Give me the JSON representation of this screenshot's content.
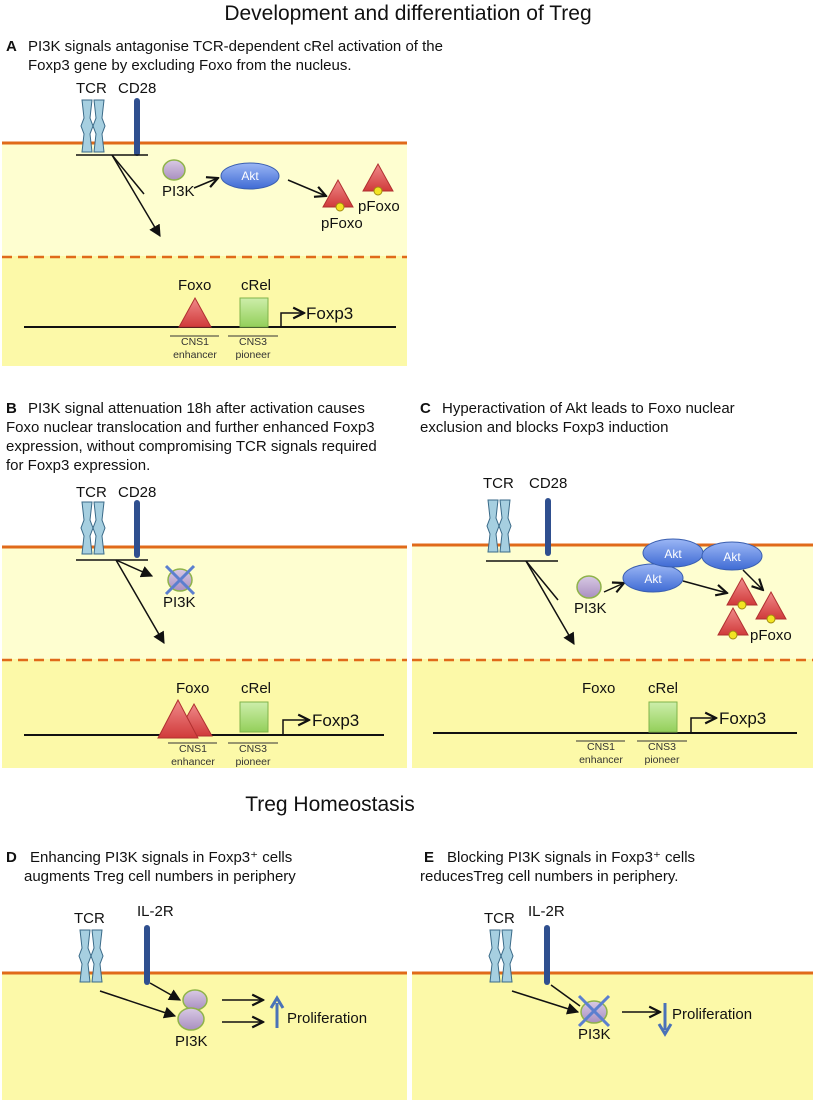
{
  "headings": {
    "development": "Development and differentiation of Treg",
    "homeostasis": "Treg Homeostasis"
  },
  "panels": {
    "A": {
      "letter": "A",
      "desc_lines": [
        "PI3K signals antagonise TCR-dependent cRel activation of the",
        "Foxp3 gene by excluding Foxo from the nucleus."
      ]
    },
    "B": {
      "letter": "B",
      "desc_lines": [
        "PI3K signal attenuation 18h after activation causes",
        "Foxo nuclear translocation and  further enhanced Foxp3",
        "expression, without compromising TCR signals required",
        "for Foxp3 expression."
      ]
    },
    "C": {
      "letter": "C",
      "desc_lines": [
        "Hyperactivation of Akt leads to Foxo nuclear",
        "exclusion and  blocks Foxp3 induction"
      ]
    },
    "D": {
      "letter": "D",
      "desc_lines": [
        "Enhancing PI3K signals in Foxp3⁺ cells",
        "augments Treg cell numbers in periphery"
      ]
    },
    "E": {
      "letter": "E",
      "desc_lines": [
        "Blocking PI3K signals in Foxp3⁺ cells",
        "reducesTreg cell numbers in periphery."
      ]
    }
  },
  "labels": {
    "tcr": "TCR",
    "cd28": "CD28",
    "il2r": "IL-2R",
    "pi3k": "PI3K",
    "akt": "Akt",
    "pfoxo": "pFoxo",
    "foxo": "Foxo",
    "crel": "cRel",
    "foxp3": "Foxp3",
    "cns1": "CNS1",
    "enhancer": "enhancer",
    "cns3": "CNS3",
    "pioneer": "pioneer",
    "proliferation": "Proliferation"
  },
  "colors": {
    "cytoplasm": "#fefed0",
    "nucleus": "#fcf9a8",
    "membrane": "#e06a1a",
    "receptor_tcr": "#a6cfe0",
    "receptor_cd28": "#2f4f8f",
    "pi3k": "#c3b0d2",
    "akt": "#5f86e0",
    "foxo": "#e05050",
    "phospho": "#f2e422",
    "crel": "#a6dc70",
    "arrow_blue": "#4a72b8"
  },
  "icons": [
    "tcr-receptor-icon",
    "cd28-receptor-icon",
    "pi3k-icon",
    "akt-icon",
    "foxo-triangle-icon",
    "crel-square-icon",
    "up-arrow-icon",
    "down-arrow-icon",
    "cross-icon"
  ]
}
